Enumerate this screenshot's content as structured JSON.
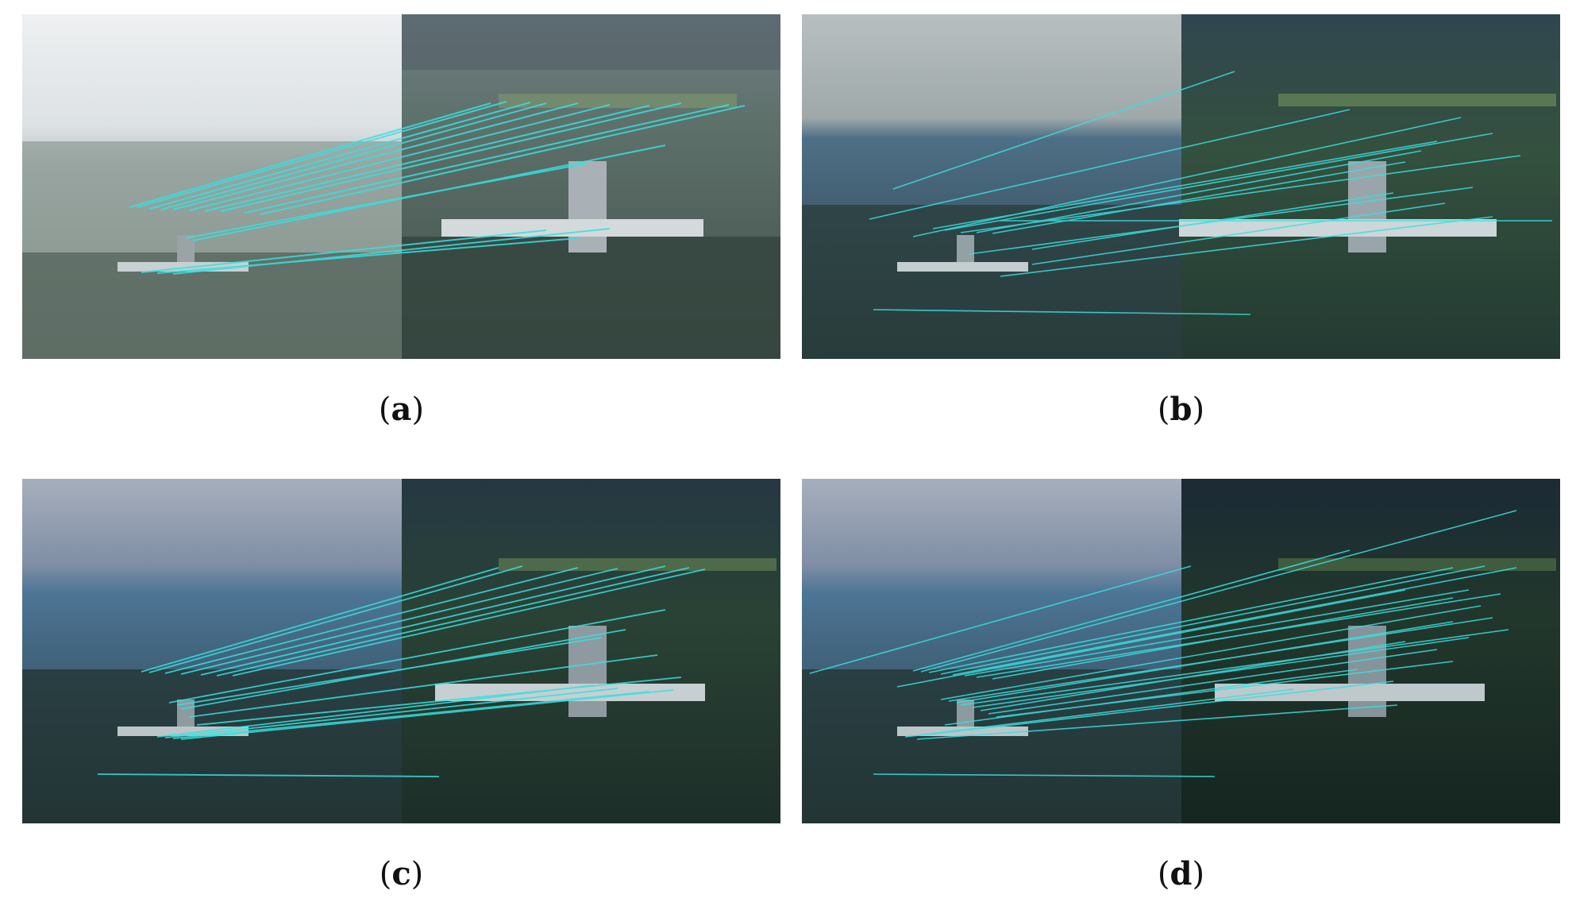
{
  "figure": {
    "panels": [
      {
        "id": "a",
        "caption_label": "a",
        "left_tone": "hazy",
        "right_tone": "clear",
        "overlay": "#d8dde2",
        "match_color": "#37e0e0"
      },
      {
        "id": "b",
        "caption_label": "b",
        "left_tone": "dehazed-mid",
        "right_tone": "clear",
        "overlay": "#9fb4c2",
        "match_color": "#37e0e0"
      },
      {
        "id": "c",
        "caption_label": "c",
        "left_tone": "dehazed-blue",
        "right_tone": "dark",
        "overlay": "#7f9ab0",
        "match_color": "#37e0e0"
      },
      {
        "id": "d",
        "caption_label": "d",
        "left_tone": "dehazed-blue",
        "right_tone": "darker",
        "overlay": "#7f9ab0",
        "match_color": "#37e0e0"
      }
    ],
    "colors": {
      "sky_hazy": "#e9ecee",
      "forest_dark": "#2c3b36",
      "forest_mid": "#4a5a54",
      "field_green": "#5d7a58",
      "building_light": "#d6dde0",
      "match_line": "#37e0e0"
    }
  }
}
